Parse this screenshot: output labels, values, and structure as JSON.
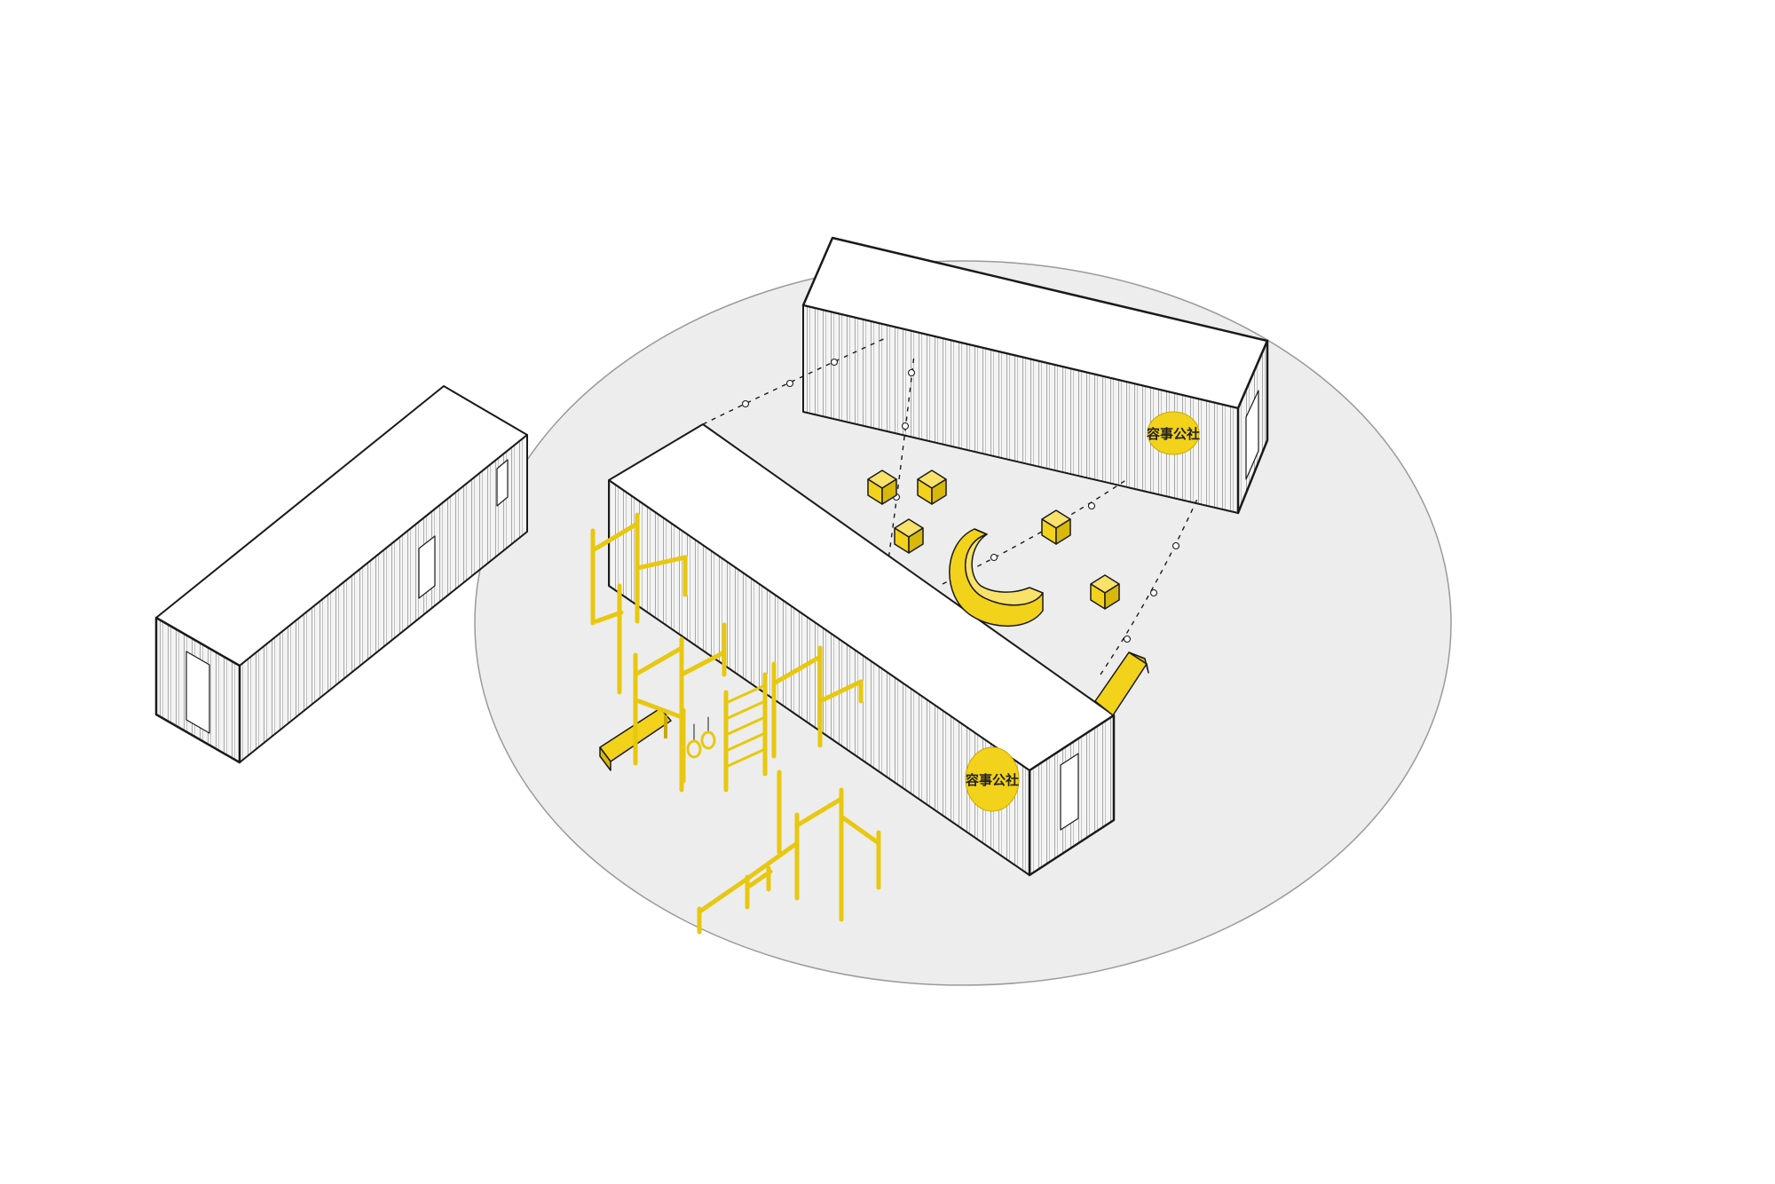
{
  "diagram": {
    "logo_text": "容事公社",
    "colors": {
      "background": "#ffffff",
      "ground": "#ededed",
      "ground_stroke": "#9a9a9a",
      "outline": "#1a1a1a",
      "accent": "#f2d21a",
      "accent_dark": "#c9a900",
      "container_face": "#f4f4f4",
      "container_top": "#ffffff",
      "corrugation": "#6a6a6a"
    },
    "elements": [
      "ground-plaza",
      "container-west",
      "container-north",
      "container-center",
      "string-lights",
      "cube-seats",
      "curved-bench",
      "fitness-rig",
      "sloped-bench",
      "entry-ramp"
    ]
  }
}
